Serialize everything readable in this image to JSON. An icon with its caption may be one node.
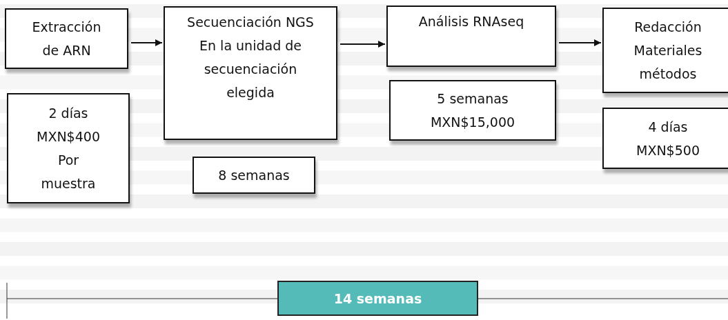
{
  "diagram": {
    "nodes": [
      {
        "text": [
          "Extracción de ARN"
        ]
      },
      {
        "text": [
          "2 días MXN$400 Por muestra"
        ]
      },
      {
        "text": [
          "Secuenciación NGS",
          "En la unidad de secuenciación elegida"
        ]
      },
      {
        "text": [
          "8 semanas"
        ]
      },
      {
        "text": [
          "Análisis RNAseq"
        ]
      },
      {
        "text": [
          "5 semanas MXN$15,000"
        ]
      },
      {
        "text": [
          "Redacción Materiales métodos"
        ]
      },
      {
        "text": [
          "4 días MXN$500"
        ]
      },
      {
        "text": [
          "14 semanas"
        ]
      }
    ],
    "edges": [
      {
        "from": 0,
        "to": 2,
        "arrow": "to"
      },
      {
        "from": 2,
        "to": 4,
        "arrow": "to"
      },
      {
        "from": 4,
        "to": 6,
        "arrow": "to"
      }
    ]
  }
}
